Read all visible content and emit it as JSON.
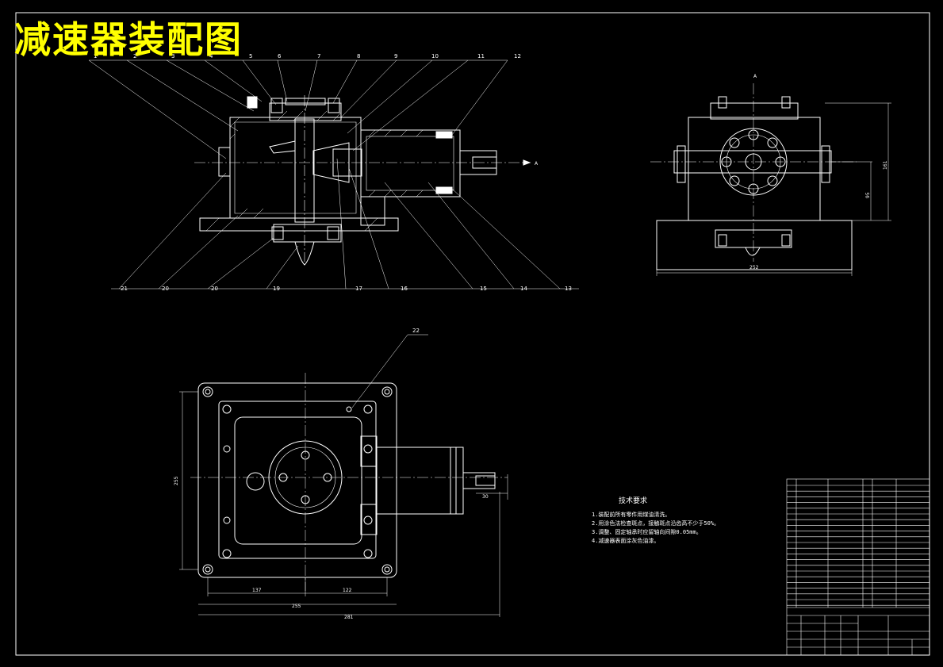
{
  "title": "减速器装配图",
  "view_label_a": "A",
  "part_numbers_top": [
    "1",
    "2",
    "3",
    "4",
    "5",
    "6",
    "7",
    "8",
    "9",
    "10",
    "11",
    "12"
  ],
  "part_numbers_bottom": [
    "21",
    "20",
    "20",
    "19",
    "17",
    "16",
    "15",
    "14",
    "13"
  ],
  "part_number_plan": "22",
  "dimensions": {
    "side_width": "252",
    "side_height_1": "161",
    "side_height_2": "95",
    "plan_height": "255",
    "plan_w1": "137",
    "plan_w2": "122",
    "plan_w3": "255",
    "plan_w4": "281",
    "plan_shaft": "30"
  },
  "tech_requirements": {
    "heading": "技术要求",
    "items": [
      "1.装配前所有零件用煤油清洗。",
      "2.用涂色法检查斑点，接触斑点沿齿高不少于50%。",
      "3.调整、固定轴承时应留轴向间隙0.05mm。",
      "4.减速器表面涂灰色油漆。"
    ]
  },
  "colors": {
    "background": "#000000",
    "lines": "#ffffff",
    "title": "#ffff00"
  }
}
